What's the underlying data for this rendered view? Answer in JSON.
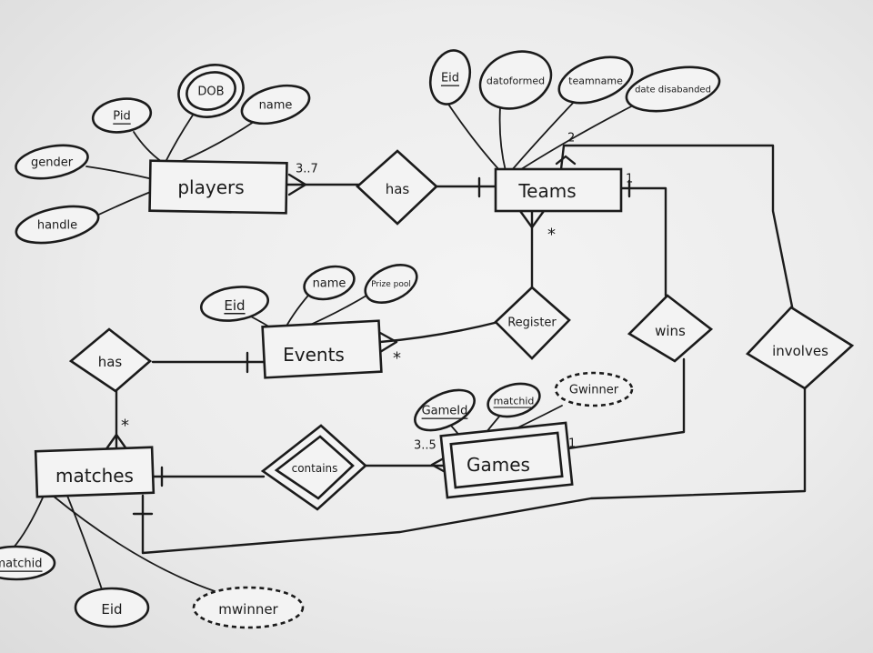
{
  "entities": {
    "players": "players",
    "teams": "Teams",
    "events": "Events",
    "matches": "matches",
    "games": "Games"
  },
  "relationships": {
    "has_players_teams": "has",
    "register": "Register",
    "wins": "wins",
    "involves": "involves",
    "has_events_matches": "has",
    "contains": "contains"
  },
  "attributes": {
    "players": [
      "gender",
      "Pid",
      "DOB",
      "name",
      "handle"
    ],
    "teams": [
      "Eid",
      "datoformed",
      "teamname",
      "date disabanded"
    ],
    "events": [
      "Eid",
      "name",
      "Prize pool"
    ],
    "games": [
      "GameId",
      "matchid",
      "Gwinner"
    ],
    "matches": [
      "matchid",
      "Eid",
      "mwinner"
    ]
  },
  "cardinalities": {
    "players_has": "3..7",
    "teams_involves": "2",
    "teams_wins": "1",
    "teams_register": "*",
    "events_register": "*",
    "matches_has": "*",
    "games_contains": "3..5",
    "games_wins": "1"
  }
}
